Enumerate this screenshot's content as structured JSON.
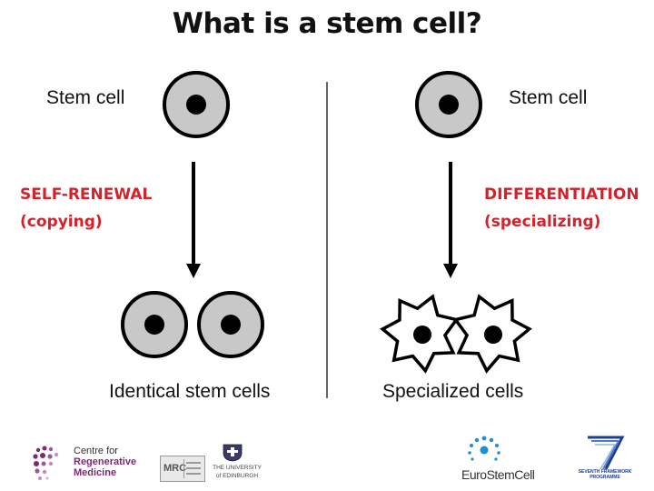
{
  "title": "What is a stem cell?",
  "left": {
    "top_label": "Stem cell",
    "process_line1": "SELF-RENEWAL",
    "process_line2": "(copying)",
    "bottom_label": "Identical stem cells"
  },
  "right": {
    "top_label": "Stem cell",
    "process_line1": "DIFFERENTIATION",
    "process_line2": "(specializing)",
    "bottom_label": "Specialized cells"
  },
  "logos": {
    "crm_line1": "Centre for",
    "crm_line2": "Regenerative",
    "crm_line3": "Medicine",
    "mrc": "MRC",
    "edinburgh_line1": "THE UNIVERSITY",
    "edinburgh_line2": "of EDINBURGH",
    "eurostemcell": "EuroStemCell",
    "fp7": "SEVENTH FRAMEWORK PROGRAMME"
  },
  "colors": {
    "accent_red": "#d6202a",
    "cell_fill": "#c8c8c8",
    "nucleus": "#000000",
    "crm_purple": "#7a2a6e",
    "eurostemcell_blue": "#1f8fd0",
    "fp7_blue": "#1b3f93"
  }
}
